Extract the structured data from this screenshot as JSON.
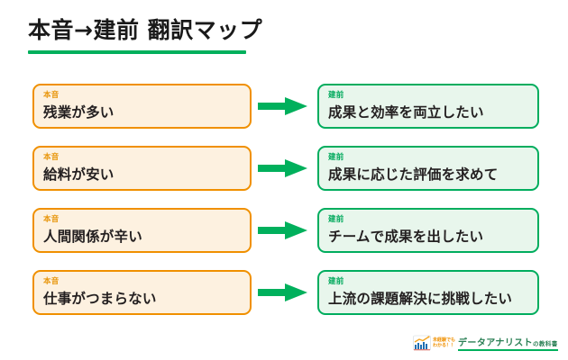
{
  "title": "本音→建前 翻訳マップ",
  "accent_colors": {
    "green": "#00b05c",
    "green_dark": "#00a95c",
    "orange": "#f09000",
    "orange_label": "#e8960c",
    "honne_fill": "#fdf1e0",
    "tatemae_fill": "#e8f6ec",
    "text": "#231f20"
  },
  "rows": [
    {
      "honne": {
        "label": "本音",
        "text": "残業が多い"
      },
      "arrow": "arrow-right-icon",
      "tatemae": {
        "label": "建前",
        "text": "成果と効率を両立したい"
      }
    },
    {
      "honne": {
        "label": "本音",
        "text": "給料が安い"
      },
      "arrow": "arrow-right-icon",
      "tatemae": {
        "label": "建前",
        "text": "成果に応じた評価を求めて"
      }
    },
    {
      "honne": {
        "label": "本音",
        "text": "人間関係が辛い"
      },
      "arrow": "arrow-right-icon",
      "tatemae": {
        "label": "建前",
        "text": "チームで成果を出したい"
      }
    },
    {
      "honne": {
        "label": "本音",
        "text": "仕事がつまらない"
      },
      "arrow": "arrow-right-icon",
      "tatemae": {
        "label": "建前",
        "text": "上流の課題解決に挑戦したい"
      }
    }
  ],
  "footer": {
    "tagline_line1": "未経験でも",
    "tagline_line2": "わかる！！",
    "wordmark_main": "データアナリスト",
    "wordmark_suffix": "の教科書"
  }
}
